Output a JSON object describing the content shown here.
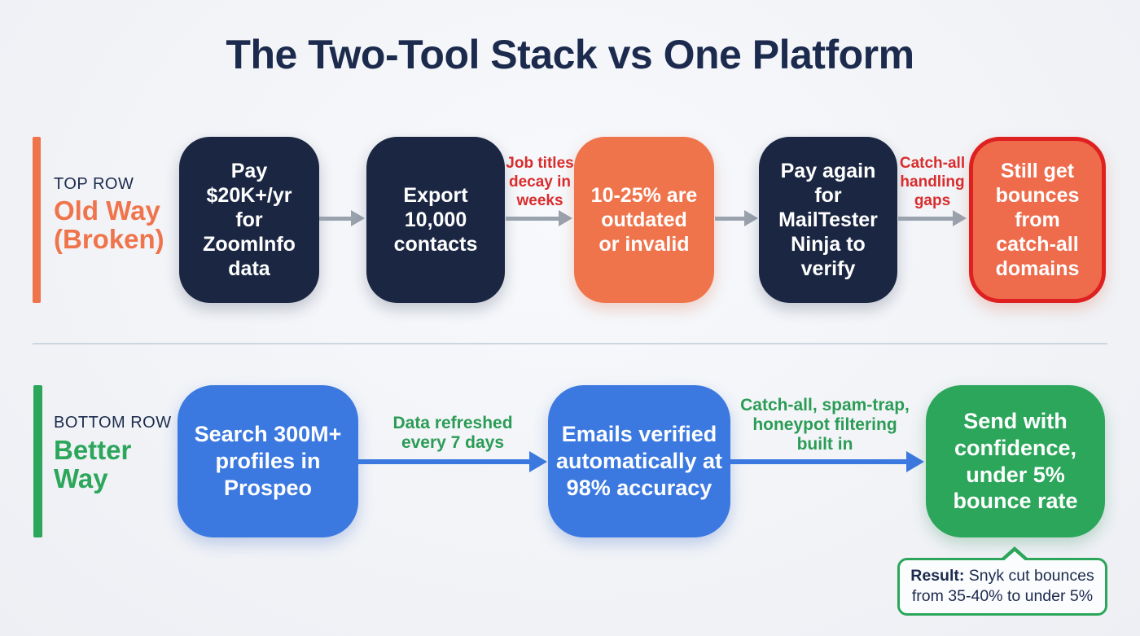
{
  "title": "The Two-Tool Stack vs One Platform",
  "colors": {
    "bg": "#F0F2F6",
    "navy": "#1B2742",
    "navy_text": "#1C2B4D",
    "orange": "#F0744B",
    "red": "#DE2020",
    "red_text": "#D92C2C",
    "blue": "#3B79E1",
    "green": "#2BA65A",
    "green_text": "#2B9C55",
    "gray": "#9AA2AD",
    "divider": "#CDD5E0",
    "callout_bg": "#FBFCFE"
  },
  "top_row": {
    "kicker": "TOP ROW",
    "label": "Old Way\n(Broken)",
    "boxes": [
      {
        "text": "Pay\n$20K+/yr\nfor\nZoomInfo\ndata"
      },
      {
        "text": "Export\n10,000\ncontacts"
      },
      {
        "text": "10-25% are\noutdated\nor invalid"
      },
      {
        "text": "Pay again\nfor\nMailTester\nNinja to\nverify"
      },
      {
        "text": "Still get\nbounces\nfrom\ncatch-all\ndomains"
      }
    ],
    "arrow_labels": [
      "Job titles\ndecay in\nweeks",
      "Catch-all\nhandling\ngaps"
    ]
  },
  "bottom_row": {
    "kicker": "BOTTOM ROW",
    "label": "Better\nWay",
    "boxes": [
      {
        "text": "Search 300M+\nprofiles in\nProspeo"
      },
      {
        "text": "Emails verified\nautomatically at\n98% accuracy"
      },
      {
        "text": "Send with\nconfidence,\nunder 5%\nbounce rate"
      }
    ],
    "arrow_labels": [
      "Data refreshed\nevery 7 days",
      "Catch-all, spam-trap,\nhoneypot filtering\nbuilt in"
    ]
  },
  "callout": {
    "label": "Result:",
    "line1": " Snyk cut bounces",
    "line2": "from 35-40% to under 5%"
  }
}
